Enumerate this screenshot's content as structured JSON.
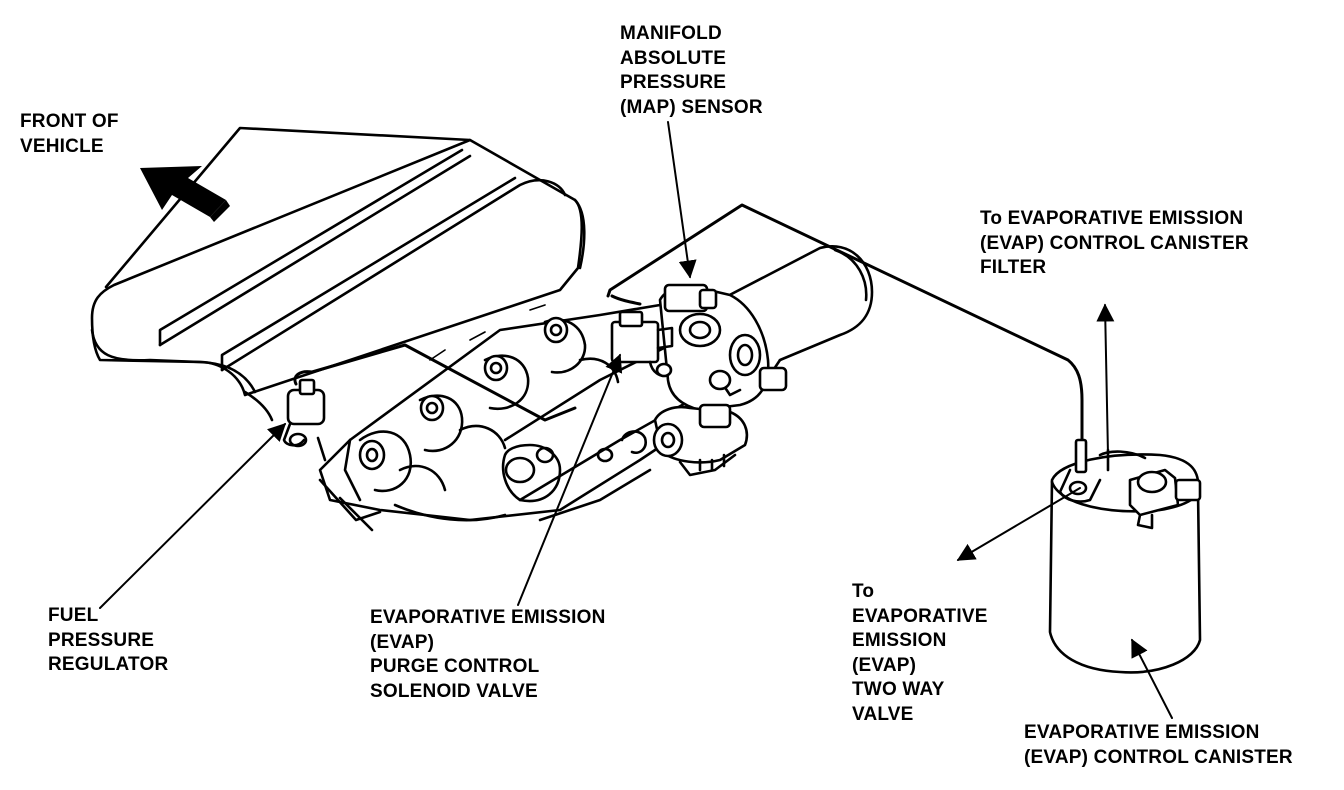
{
  "labels": {
    "front_of_vehicle": [
      "FRONT OF",
      "VEHICLE"
    ],
    "map_sensor": [
      "MANIFOLD",
      "ABSOLUTE",
      "PRESSURE",
      "(MAP) SENSOR"
    ],
    "canister_filter": [
      "To EVAPORATIVE EMISSION",
      "(EVAP) CONTROL CANISTER",
      "FILTER"
    ],
    "fuel_pressure_regulator": [
      "FUEL",
      "PRESSURE",
      "REGULATOR"
    ],
    "purge_solenoid": [
      "EVAPORATIVE EMISSION",
      "(EVAP)",
      "PURGE CONTROL",
      "SOLENOID VALVE"
    ],
    "two_way_valve": [
      "To",
      "EVAPORATIVE",
      "EMISSION",
      "(EVAP)",
      "TWO WAY",
      "VALVE"
    ],
    "control_canister": [
      "EVAPORATIVE EMISSION",
      "(EVAP) CONTROL CANISTER"
    ]
  }
}
